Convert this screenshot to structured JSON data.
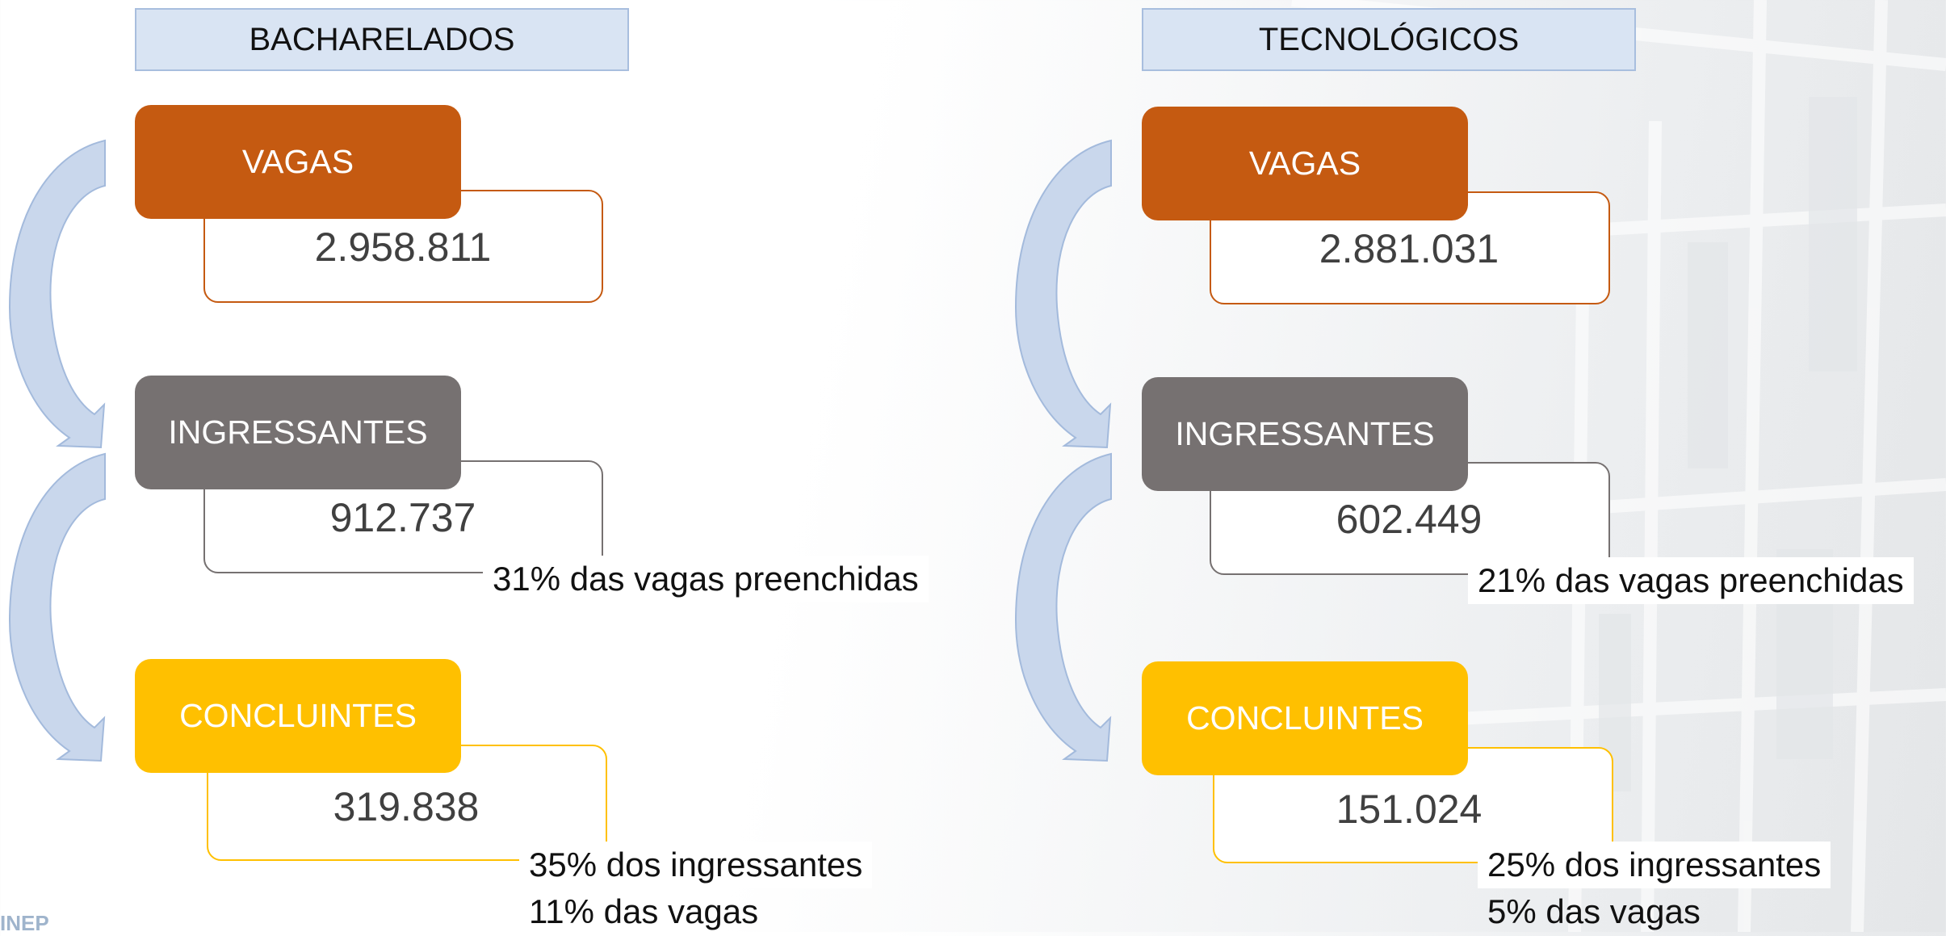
{
  "colors": {
    "vagas": "#c55a11",
    "ingressantes": "#767171",
    "concluintes": "#ffc000",
    "header_bg": "#d9e4f3",
    "arrow": "#c9d7ec"
  },
  "logo": "INEP",
  "bacharelados": {
    "title": "BACHARELADOS",
    "vagas": {
      "label": "VAGAS",
      "value": "2.958.811"
    },
    "ingressantes": {
      "label": "INGRESSANTES",
      "value": "912.737",
      "note": "31% das vagas preenchidas"
    },
    "concluintes": {
      "label": "CONCLUINTES",
      "value": "319.838",
      "note1": "35% dos ingressantes",
      "note2": "11% das vagas"
    }
  },
  "tecnologicos": {
    "title": "TECNOLÓGICOS",
    "vagas": {
      "label": "VAGAS",
      "value": "2.881.031"
    },
    "ingressantes": {
      "label": "INGRESSANTES",
      "value": "602.449",
      "note": "21% das vagas preenchidas"
    },
    "concluintes": {
      "label": "CONCLUINTES",
      "value": "151.024",
      "note1": "25% dos ingressantes",
      "note2": "5% das vagas"
    }
  }
}
